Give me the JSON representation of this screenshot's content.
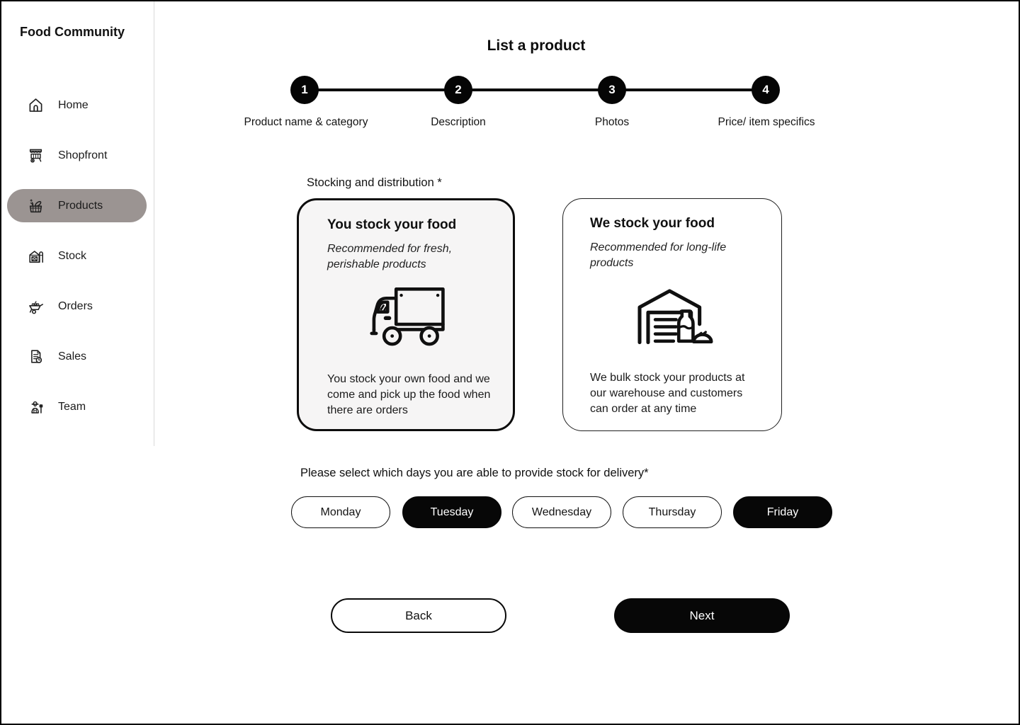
{
  "app": {
    "title": "Food Community"
  },
  "sidebar": {
    "items": [
      {
        "label": "Home",
        "icon": "home-icon",
        "active": false
      },
      {
        "label": "Shopfront",
        "icon": "shopfront-icon",
        "active": false
      },
      {
        "label": "Products",
        "icon": "products-icon",
        "active": true
      },
      {
        "label": "Stock",
        "icon": "stock-icon",
        "active": false
      },
      {
        "label": "Orders",
        "icon": "orders-icon",
        "active": false
      },
      {
        "label": "Sales",
        "icon": "sales-icon",
        "active": false
      },
      {
        "label": "Team",
        "icon": "team-icon",
        "active": false
      }
    ]
  },
  "header": {
    "title": "List a product"
  },
  "stepper": {
    "steps": [
      {
        "number": "1",
        "label": "Product name & category",
        "state": "active"
      },
      {
        "number": "2",
        "label": "Description",
        "state": "active"
      },
      {
        "number": "3",
        "label": "Photos",
        "state": "active"
      },
      {
        "number": "4",
        "label": "Price/ item specifics",
        "state": "current"
      }
    ]
  },
  "stocking": {
    "section_label": "Stocking and distribution *",
    "options": [
      {
        "title": "You stock your food",
        "subtitle": "Recommended for fresh, perishable products",
        "description": "You stock your own food and we come and pick up the food when there are orders",
        "icon": "delivery-truck-icon",
        "selected": true
      },
      {
        "title": "We stock your food",
        "subtitle": "Recommended for long-life products",
        "description": "We bulk stock your products at our warehouse and customers can order at any time",
        "icon": "warehouse-icon",
        "selected": false
      }
    ]
  },
  "delivery_days": {
    "label": "Please select which days you are able to provide stock for delivery*",
    "days": [
      {
        "label": "Monday",
        "selected": false
      },
      {
        "label": "Tuesday",
        "selected": true
      },
      {
        "label": "Wednesday",
        "selected": false
      },
      {
        "label": "Thursday",
        "selected": false
      },
      {
        "label": "Friday",
        "selected": true
      }
    ]
  },
  "actions": {
    "back_label": "Back",
    "next_label": "Next"
  },
  "colors": {
    "accent_black": "#070707",
    "active_sidebar_item_bg": "#9b9492",
    "selected_card_bg": "#f6f5f5",
    "divider": "#d9d9d9"
  }
}
